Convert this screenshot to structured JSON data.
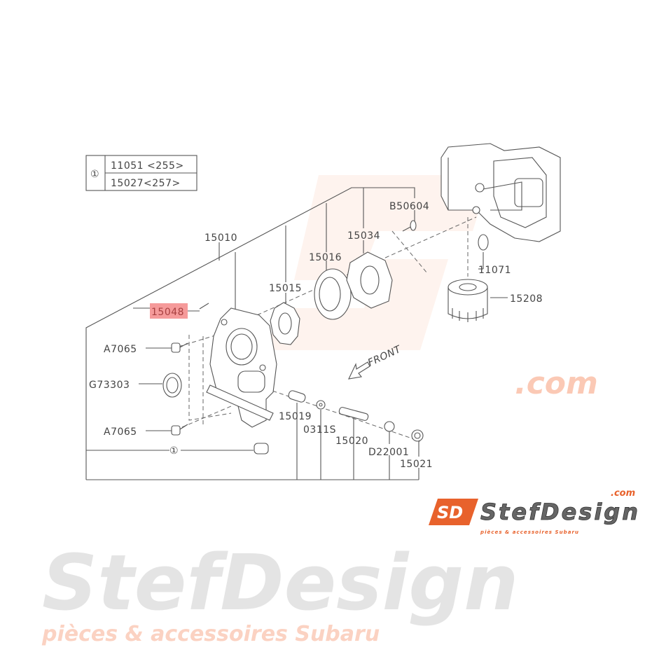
{
  "reference_table": {
    "symbol": "①",
    "rows": [
      "11051 <255>",
      "15027<257>"
    ]
  },
  "callouts": {
    "p15010": "15010",
    "p15016": "15016",
    "p15034": "15034",
    "pB50604": "B50604",
    "p15015": "15015",
    "p15048": "15048",
    "p11071": "11071",
    "p15208": "15208",
    "pA7065_top": "A7065",
    "pG73303": "G73303",
    "pA7065_bottom": "A7065",
    "p_ref1": "①",
    "p15019": "15019",
    "p0311S": "0311S",
    "p15020": "15020",
    "pD22001": "D22001",
    "p15021": "15021"
  },
  "direction_label": "FRONT",
  "highlighted_part": "15048",
  "watermark": {
    "brand": "StefDesign",
    "domain": ".com",
    "tagline": "pièces & accessoires Subaru"
  },
  "logo": {
    "mark": "SD",
    "brand": "StefDesign",
    "domain": ".com",
    "tagline": "pièces & accessoires Subaru"
  },
  "colors": {
    "highlight": "#f59a9a",
    "brand_orange": "#e8622c",
    "line": "#555555"
  }
}
